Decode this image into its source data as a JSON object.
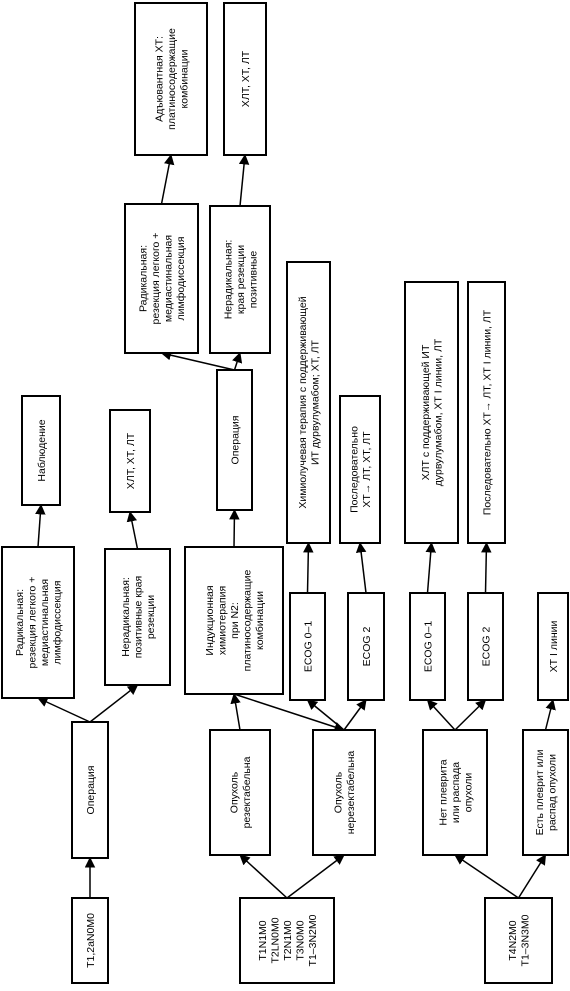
{
  "colors": {
    "stroke": "#000000",
    "fill": "#ffffff"
  },
  "nodes": [
    {
      "id": "t12",
      "lines": [
        "T1,2aN0M0"
      ]
    },
    {
      "id": "op1",
      "lines": [
        "Операция"
      ]
    },
    {
      "id": "rad1",
      "lines": [
        "Радикальная:",
        "резекция легкого +",
        "медиастинальная",
        "лимфодиссекция"
      ]
    },
    {
      "id": "nerad1",
      "lines": [
        "Нерадикальная:",
        "позитивные края",
        "резекции"
      ]
    },
    {
      "id": "nabl",
      "lines": [
        "Наблюдение"
      ]
    },
    {
      "id": "hlt1",
      "lines": [
        "ХЛТ, ХТ, ЛТ"
      ]
    },
    {
      "id": "t1n1",
      "lines": [
        "T1N1M0",
        "T2LN0M0",
        "T2N1M0",
        "T3N0M0",
        "T1–3N2M0"
      ]
    },
    {
      "id": "rez",
      "lines": [
        "Опухоль",
        "резектабельна"
      ]
    },
    {
      "id": "nerez",
      "lines": [
        "Опухоль",
        "нерезектабельна"
      ]
    },
    {
      "id": "ind",
      "lines": [
        "Индукционная",
        "химиотерапия",
        "при N2:",
        "платиносодержащие",
        "комбинации"
      ]
    },
    {
      "id": "op2",
      "lines": [
        "Операция"
      ]
    },
    {
      "id": "rad2",
      "lines": [
        "Радикальная:",
        "резекция легкого +",
        "медиастинальная",
        "лимфодиссекция"
      ]
    },
    {
      "id": "nerad2",
      "lines": [
        "Нерадикальная:",
        "края резекции",
        "позитивные"
      ]
    },
    {
      "id": "adj",
      "lines": [
        "Адъювантная ХТ:",
        "платиносодержащие",
        "комбинации"
      ]
    },
    {
      "id": "hlt2",
      "lines": [
        "ХЛТ, ХТ, ЛТ"
      ]
    },
    {
      "id": "ecog01a",
      "lines": [
        "ECOG 0–1"
      ]
    },
    {
      "id": "ecog2a",
      "lines": [
        "ECOG 2"
      ]
    },
    {
      "id": "himio",
      "lines": [
        "Химиолучевая терапия с поддерживающей",
        "ИТ дурвулумабом; ХТ, ЛТ"
      ]
    },
    {
      "id": "posl1",
      "lines": [
        "Последовательно",
        "ХТ→ ЛТ, ХТ, ЛТ"
      ]
    },
    {
      "id": "t4",
      "lines": [
        "T4N2M0",
        "T1–3N3M0"
      ]
    },
    {
      "id": "net",
      "lines": [
        "Нет плеврита",
        "или распада",
        "опухоли"
      ]
    },
    {
      "id": "est",
      "lines": [
        "Есть плеврит или",
        "распад опухоли"
      ]
    },
    {
      "id": "ecog01b",
      "lines": [
        "ECOG 0–1"
      ]
    },
    {
      "id": "ecog2b",
      "lines": [
        "ECOG 2"
      ]
    },
    {
      "id": "xt1",
      "lines": [
        "ХТ I линии"
      ]
    },
    {
      "id": "hlt3",
      "lines": [
        "ХЛТ с поддерживающей ИТ",
        "дурвулумабом, ХТ I линии, ЛТ"
      ]
    },
    {
      "id": "posl2",
      "lines": [
        "Последовательно ХТ→ ЛТ, ХТ I линии, ЛТ"
      ]
    }
  ],
  "edges": [
    {
      "from": "t12",
      "to": "op1"
    },
    {
      "from": "op1",
      "to": "rad1"
    },
    {
      "from": "op1",
      "to": "nerad1"
    },
    {
      "from": "rad1",
      "to": "nabl"
    },
    {
      "from": "nerad1",
      "to": "hlt1"
    },
    {
      "from": "t1n1",
      "to": "rez"
    },
    {
      "from": "t1n1",
      "to": "nerez"
    },
    {
      "from": "rez",
      "to": "ind"
    },
    {
      "from": "ind",
      "to": "nerez"
    },
    {
      "from": "ind",
      "to": "op2"
    },
    {
      "from": "op2",
      "to": "rad2"
    },
    {
      "from": "op2",
      "to": "nerad2"
    },
    {
      "from": "rad2",
      "to": "adj"
    },
    {
      "from": "nerad2",
      "to": "hlt2"
    },
    {
      "from": "nerez",
      "to": "ecog01a"
    },
    {
      "from": "nerez",
      "to": "ecog2a"
    },
    {
      "from": "ecog01a",
      "to": "himio"
    },
    {
      "from": "ecog2a",
      "to": "posl1"
    },
    {
      "from": "t4",
      "to": "net"
    },
    {
      "from": "t4",
      "to": "est"
    },
    {
      "from": "net",
      "to": "ecog01b"
    },
    {
      "from": "net",
      "to": "ecog2b"
    },
    {
      "from": "est",
      "to": "xt1"
    },
    {
      "from": "ecog01b",
      "to": "hlt3"
    },
    {
      "from": "ecog2b",
      "to": "posl2"
    }
  ]
}
